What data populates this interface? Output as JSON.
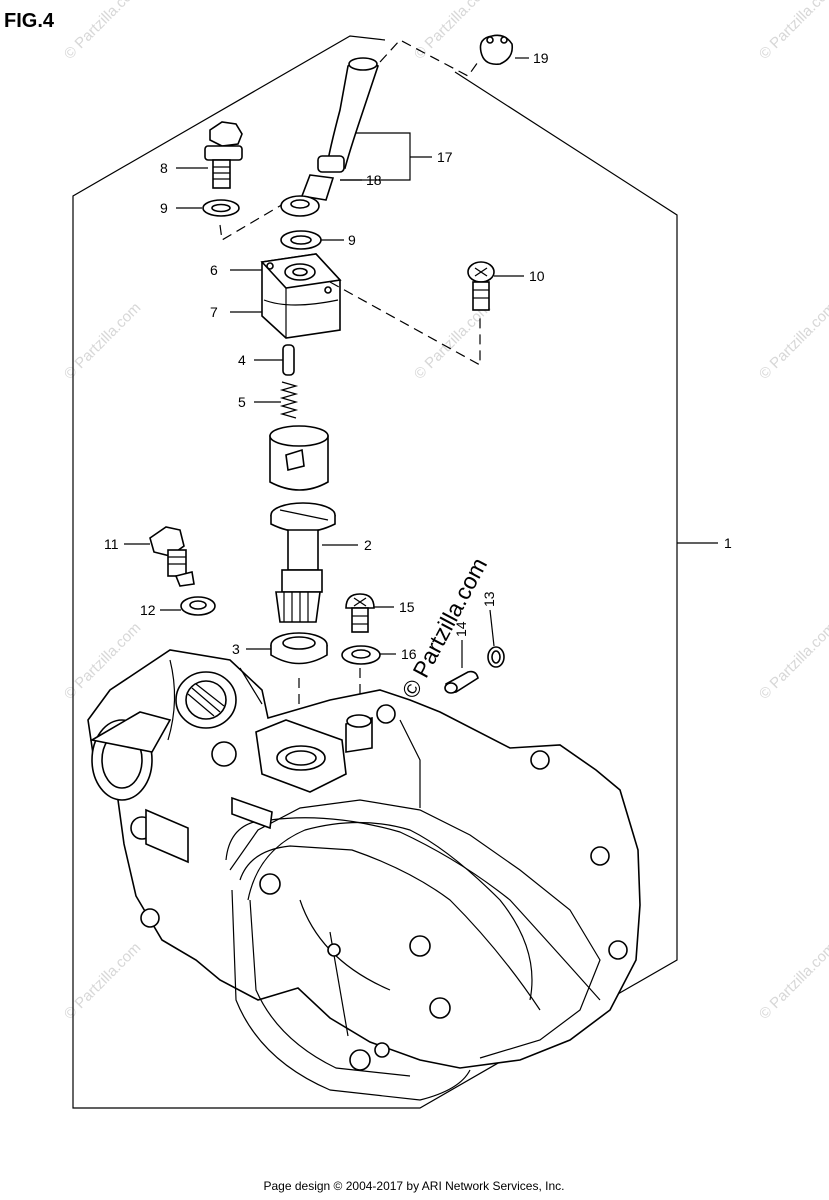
{
  "figure_title": "FIG.4",
  "footer": "Page design © 2004-2017 by ARI Network Services, Inc.",
  "watermark": "© Partzilla.com",
  "callouts": {
    "c1": "1",
    "c2": "2",
    "c3": "3",
    "c4": "4",
    "c5": "5",
    "c6": "6",
    "c7": "7",
    "c8": "8",
    "c9a": "9",
    "c9b": "9",
    "c10": "10",
    "c11": "11",
    "c12": "12",
    "c15": "15",
    "c16": "16",
    "c17": "17",
    "c18": "18",
    "c19": "19",
    "c13": "13",
    "c14": "14"
  }
}
